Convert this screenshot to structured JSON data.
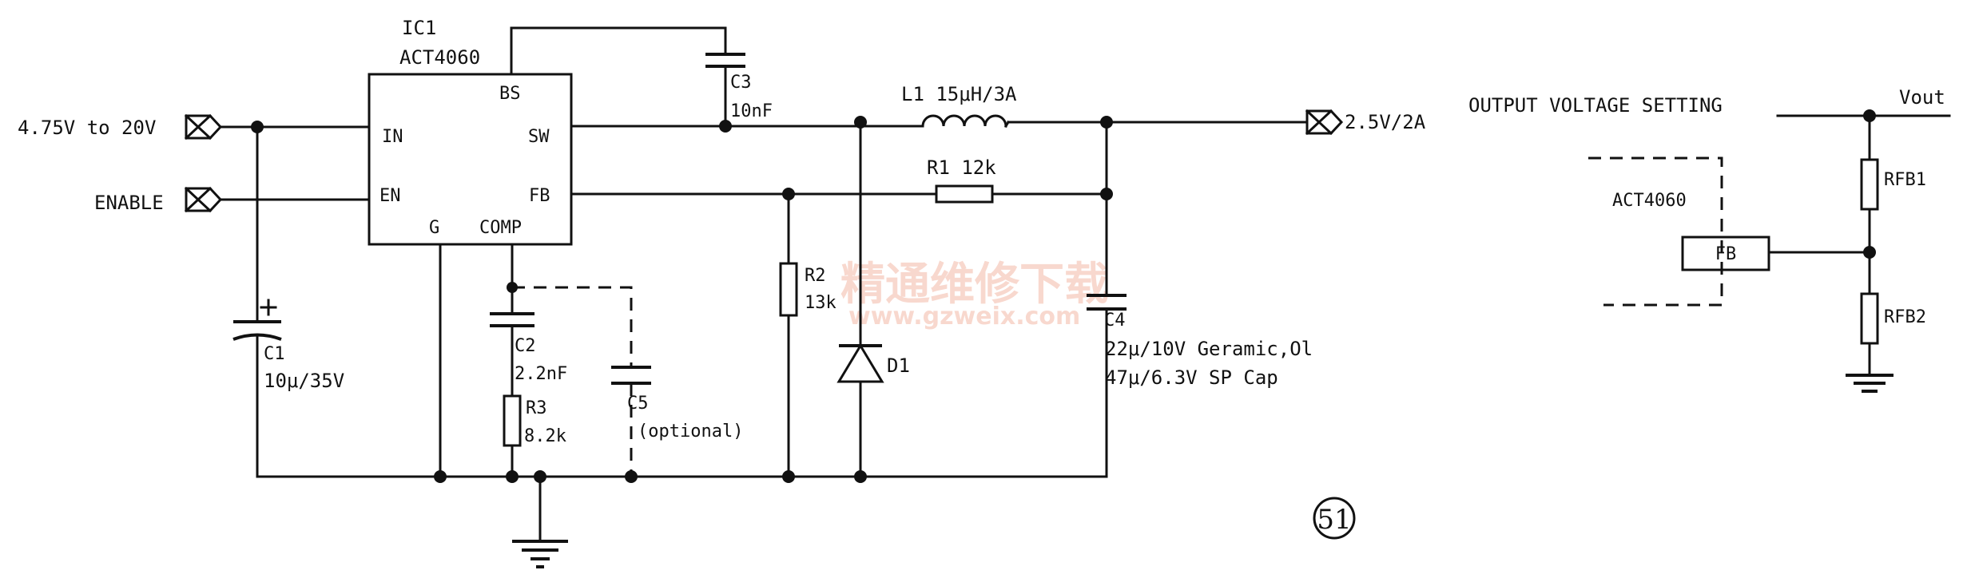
{
  "ic": {
    "ref": "IC1",
    "part": "ACT4060",
    "pins": {
      "bs": "BS",
      "in": "IN",
      "sw": "SW",
      "en": "EN",
      "fb": "FB",
      "g": "G",
      "comp": "COMP"
    }
  },
  "ports": {
    "vin": "4.75V to 20V",
    "enable": "ENABLE",
    "vout": "2.5V/2A"
  },
  "parts": {
    "c3_ref": "C3",
    "c3_val": "10nF",
    "l1": "L1 15μH/3A",
    "r1": "R1 12k",
    "r2_ref": "R2",
    "r2_val": "13k",
    "c1_ref": "C1",
    "c1_val": "10μ/35V",
    "c2_ref": "C2",
    "c2_val": "2.2nF",
    "r3_ref": "R3",
    "r3_val": "8.2k",
    "c5_ref": "C5",
    "c5_note": "(optional)",
    "d1": "D1",
    "c4_ref": "C4",
    "c4_line1": "22μ/10V Geramic,Ol",
    "c4_line2": "47μ/6.3V SP Cap"
  },
  "inset": {
    "title": "OUTPUT VOLTAGE SETTING",
    "vout": "Vout",
    "chip": "ACT4060",
    "fb": "FB",
    "rfb1": "RFB1",
    "rfb2": "RFB2"
  },
  "figure_number": "51",
  "watermark": {
    "cn": "精通维修下载",
    "url": "www.gzweix.com"
  }
}
